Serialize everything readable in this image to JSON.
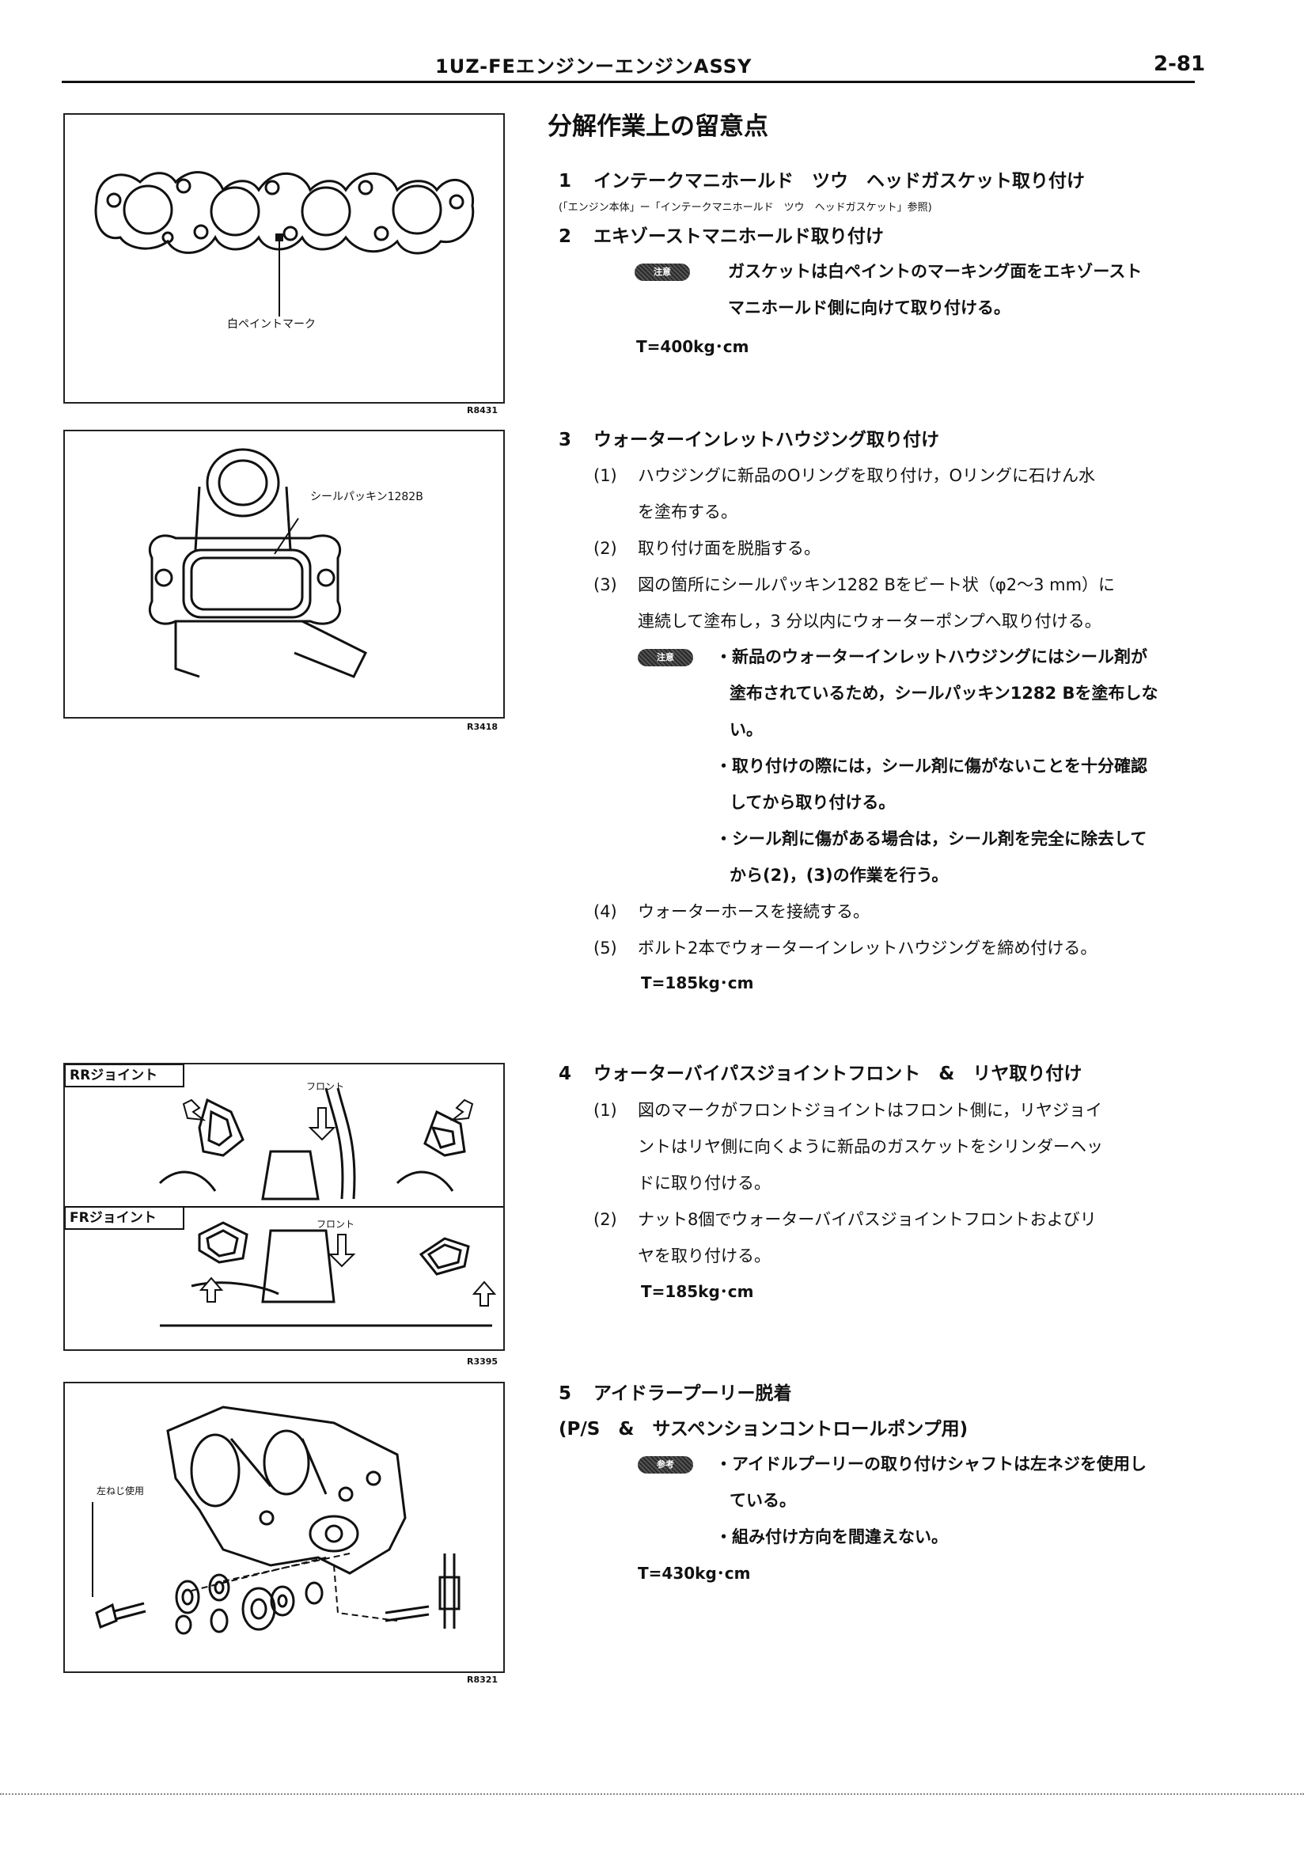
{
  "header": {
    "title": "1UZ-FEエンジンーエンジンASSY",
    "page": "2-81"
  },
  "section_title": "分解作業上の留意点",
  "figures": {
    "f1": {
      "label": "白ペイントマーク",
      "code": "R8431"
    },
    "f2": {
      "label": "シールパッキン1282B",
      "code": "R3418"
    },
    "f3": {
      "rr": "RRジョイント",
      "fr": "FRジョイント",
      "front1": "フロント",
      "front2": "フロント",
      "code": "R3395"
    },
    "f4": {
      "label": "左ねじ使用",
      "code": "R8321"
    }
  },
  "steps": {
    "s1": {
      "num": "1",
      "title": "インテークマニホールド　ツウ　ヘッドガスケット取り付け",
      "ref": "(「エンジン本体」ー「インテークマニホールド　ツウ　ヘッドガスケット」参照)"
    },
    "s2": {
      "num": "2",
      "title": "エキゾーストマニホールド取り付け",
      "badge": "注意",
      "note1": "ガスケットは白ペイントのマーキング面をエキゾースト",
      "note2": "マニホールド側に向けて取り付ける。",
      "torque": "T=400kg･cm"
    },
    "s3": {
      "num": "3",
      "title": "ウォーターインレットハウジング取り付け",
      "i1n": "(1)",
      "i1a": "ハウジングに新品のOリングを取り付け，Oリングに石けん水",
      "i1b": "を塗布する。",
      "i2n": "(2)",
      "i2": "取り付け面を脱脂する。",
      "i3n": "(3)",
      "i3a": "図の箇所にシールパッキン1282 Bをビート状（φ2～3 mm）に",
      "i3b": "連続して塗布し，3 分以内にウォーターポンプへ取り付ける。",
      "badge": "注意",
      "b1a": "・新品のウォーターインレットハウジングにはシール剤が",
      "b1b": "塗布されているため，シールパッキン1282 Bを塗布しな",
      "b1c": "い。",
      "b2a": "・取り付けの際には，シール剤に傷がないことを十分確認",
      "b2b": "してから取り付ける。",
      "b3a": "・シール剤に傷がある場合は，シール剤を完全に除去して",
      "b3b": "から(2)，(3)の作業を行う。",
      "i4n": "(4)",
      "i4": "ウォーターホースを接続する。",
      "i5n": "(5)",
      "i5": "ボルト2本でウォーターインレットハウジングを締め付ける。",
      "torque": "T=185kg･cm"
    },
    "s4": {
      "num": "4",
      "title": "ウォーターバイパスジョイントフロント　&　リヤ取り付け",
      "i1n": "(1)",
      "i1a": "図のマークがフロントジョイントはフロント側に，リヤジョイ",
      "i1b": "ントはリヤ側に向くように新品のガスケットをシリンダーヘッ",
      "i1c": "ドに取り付ける。",
      "i2n": "(2)",
      "i2a": "ナット8個でウォーターバイパスジョイントフロントおよびリ",
      "i2b": "ヤを取り付ける。",
      "torque": "T=185kg･cm"
    },
    "s5": {
      "num": "5",
      "title": "アイドラープーリー脱着",
      "subtitle": "(P/S　&　サスペンションコントロールポンプ用)",
      "badge": "参考",
      "b1a": "・アイドルプーリーの取り付けシャフトは左ネジを使用し",
      "b1b": "ている。",
      "b2": "・組み付け方向を間違えない。",
      "torque": "T=430kg･cm"
    }
  }
}
